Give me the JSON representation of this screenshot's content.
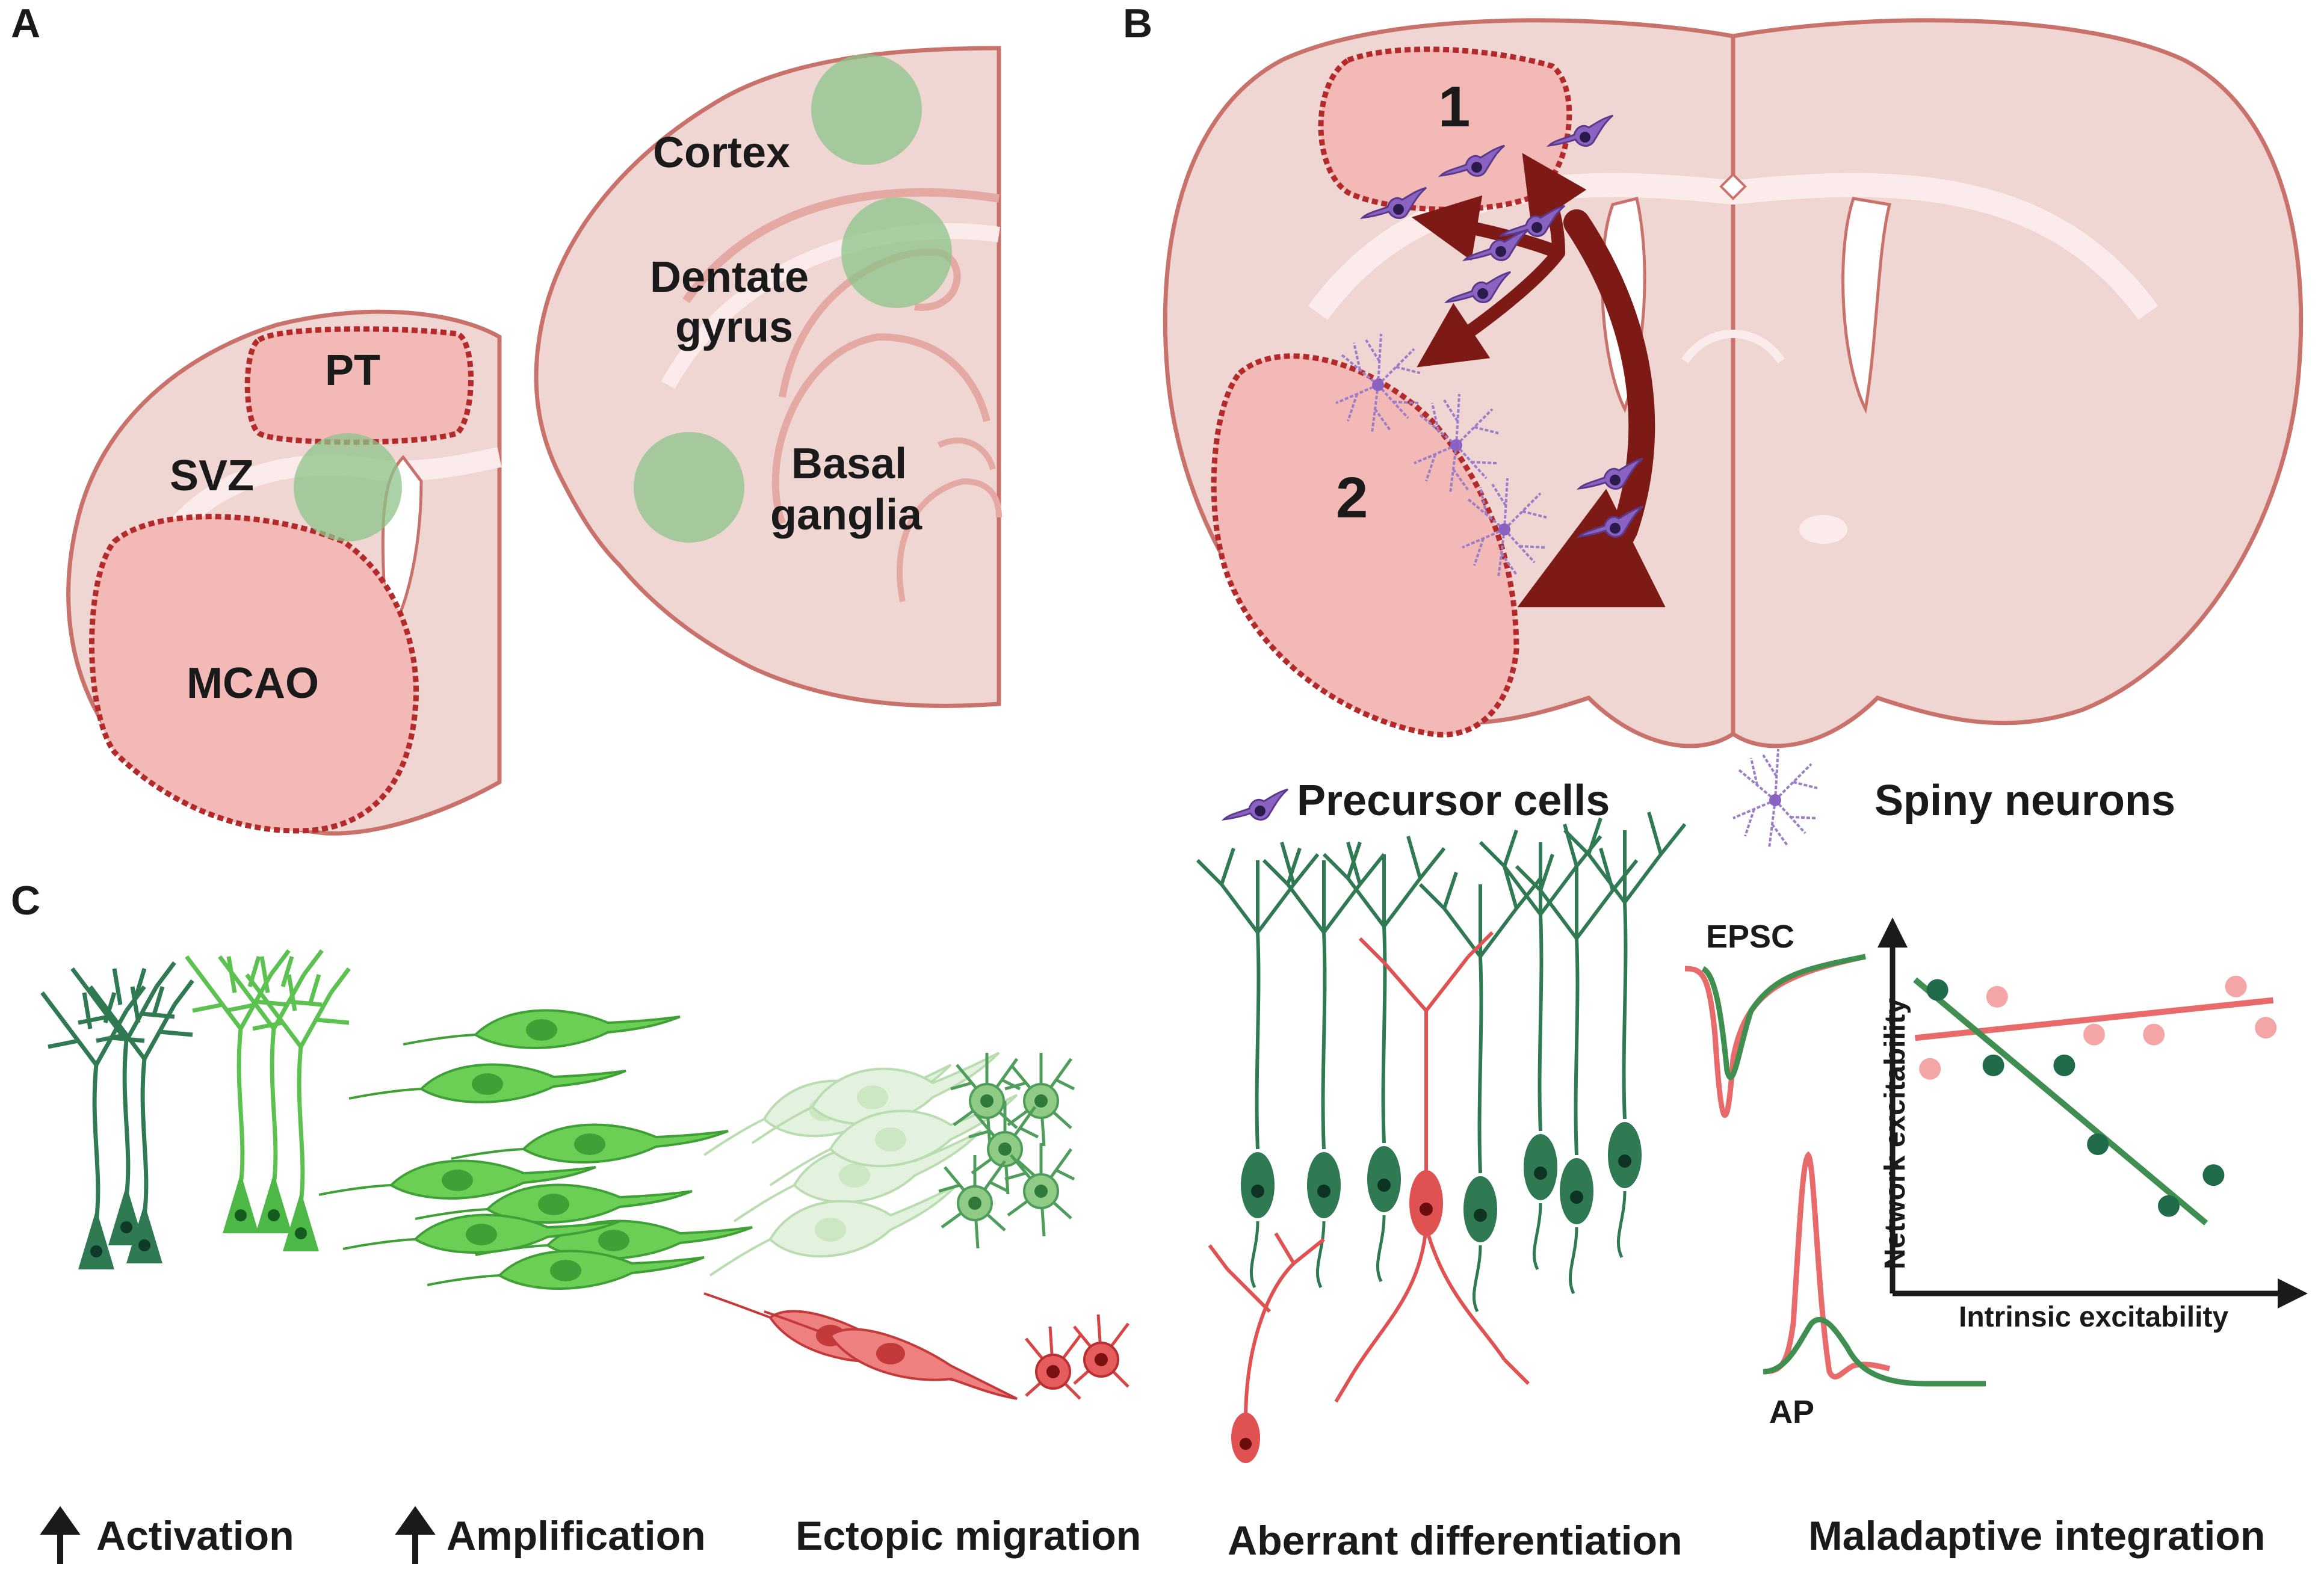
{
  "panel_letters": {
    "a": "A",
    "b": "B",
    "c": "C"
  },
  "panel_a": {
    "pt": "PT",
    "svz": "SVZ",
    "mcao": "MCAO",
    "cortex": "Cortex",
    "dentate_line1": "Dentate",
    "dentate_line2": "gyrus",
    "basal_line1": "Basal",
    "basal_line2": "ganglia"
  },
  "panel_b": {
    "region_1": "1",
    "region_2": "2",
    "legend": {
      "precursor": "Precursor cells",
      "spiny": "Spiny neurons"
    }
  },
  "panel_c": {
    "epsc": "EPSC",
    "ap": "AP",
    "chart": {
      "ylabel": "Network excitability",
      "xlabel": "Intrinsic excitability"
    },
    "captions": {
      "activation": "Activation",
      "amplification": "Amplification",
      "ectopic": "Ectopic migration",
      "aberrant": "Aberrant differentiation",
      "maladaptive": "Maladaptive integration"
    }
  },
  "chart_data": {
    "type": "scatter",
    "xlabel": "Intrinsic excitability",
    "ylabel": "Network excitability",
    "series": [
      {
        "color": "#f4a6a6",
        "x": [
          0.06,
          0.24,
          0.5,
          0.66,
          0.88,
          0.96
        ],
        "y": [
          0.62,
          0.83,
          0.72,
          0.72,
          0.86,
          0.74
        ],
        "trend": [
          [
            0.02,
            0.71
          ],
          [
            0.98,
            0.82
          ]
        ]
      },
      {
        "color": "#1f6b4a",
        "x": [
          0.08,
          0.23,
          0.42,
          0.51,
          0.7,
          0.82
        ],
        "y": [
          0.85,
          0.63,
          0.63,
          0.4,
          0.22,
          0.31
        ],
        "trend": [
          [
            0.02,
            0.88
          ],
          [
            0.8,
            0.17
          ]
        ]
      }
    ]
  },
  "colors": {
    "brain": "#f0d6d3",
    "brain_outline": "#c9726c",
    "lesion": "#f2b9b6",
    "lesion_border": "#b22a2a",
    "niche": "#8cc48a",
    "arrow": "#7d1a16",
    "precursor": "#8a63c2",
    "spiny": "#9a7ec9",
    "neuron_dark": "#2f7a52",
    "neuron_light": "#5cc24f",
    "neuron_red": "#e05252",
    "chart_pink": "#e86a6a",
    "chart_green": "#3f8f50"
  }
}
